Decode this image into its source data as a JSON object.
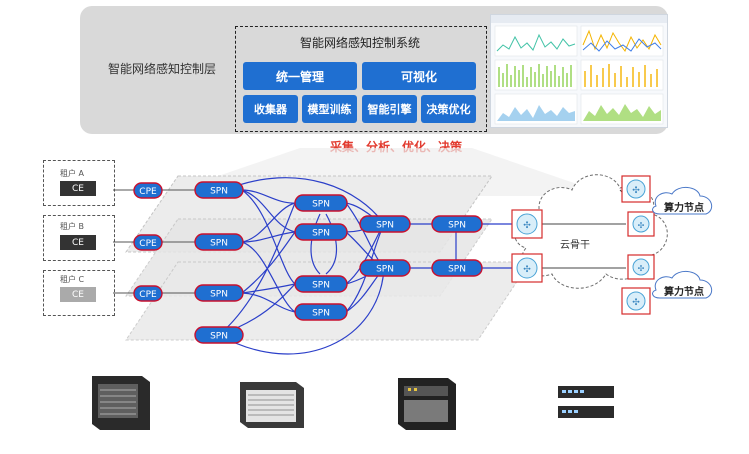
{
  "control_layer": {
    "label": "智能网络感知控制层",
    "system_title": "智能网络感知控制系统",
    "buttons": [
      "统一管理",
      "可视化",
      "收集器",
      "模型训练",
      "智能引擎",
      "决策优化"
    ]
  },
  "slogan": "采集、分析、优化、决策",
  "tenants": [
    {
      "label": "租户 A",
      "ce": "CE"
    },
    {
      "label": "租户 B",
      "ce": "CE"
    },
    {
      "label": "租户 C",
      "ce": "CE"
    }
  ],
  "node_labels": {
    "cpe": "CPE",
    "spn": "SPN"
  },
  "cloud_label": "云骨干",
  "compute_node_label": "算力节点",
  "colors": {
    "accent_blue": "#1f6fd1",
    "node_red": "#c8102e",
    "slogan_red": "#e23b2f",
    "link_blue": "#2b3fc9"
  }
}
